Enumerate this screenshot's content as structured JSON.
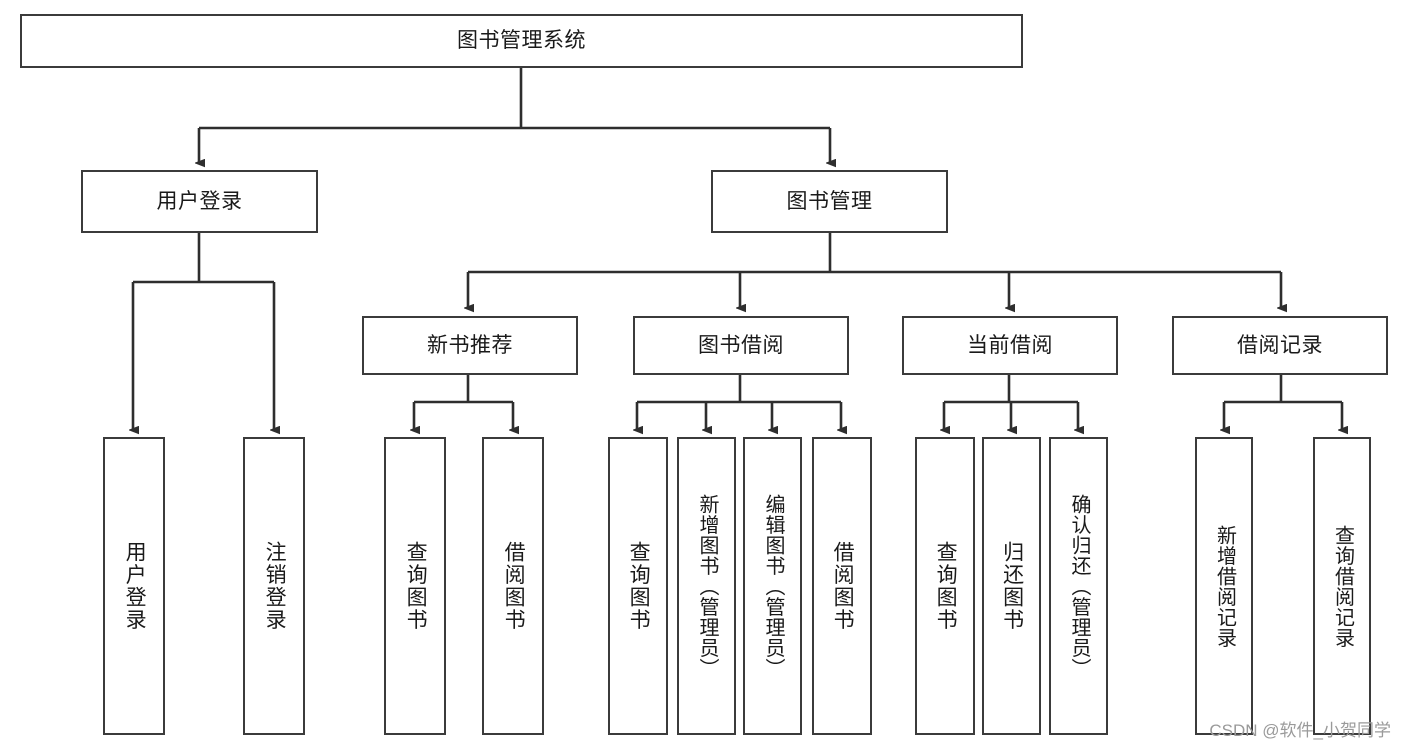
{
  "diagram": {
    "type": "tree-hierarchy",
    "title": "图书管理系统",
    "root": {
      "id": "root",
      "label": "图书管理系统"
    },
    "level1": [
      {
        "id": "user-login",
        "label": "用户登录"
      },
      {
        "id": "book-management",
        "label": "图书管理"
      }
    ],
    "level2": [
      {
        "id": "new-book-recommend",
        "label": "新书推荐",
        "parent": "book-management"
      },
      {
        "id": "book-borrow",
        "label": "图书借阅",
        "parent": "book-management"
      },
      {
        "id": "current-borrow",
        "label": "当前借阅",
        "parent": "book-management"
      },
      {
        "id": "borrow-record",
        "label": "借阅记录",
        "parent": "book-management"
      }
    ],
    "leaves": [
      {
        "id": "leaf-user-login",
        "label": "用户登录",
        "parent": "user-login"
      },
      {
        "id": "leaf-user-logout",
        "label": "注销登录",
        "parent": "user-login"
      },
      {
        "id": "leaf-query-book-1",
        "label": "查询图书",
        "parent": "new-book-recommend"
      },
      {
        "id": "leaf-borrow-book-1",
        "label": "借阅图书",
        "parent": "new-book-recommend"
      },
      {
        "id": "leaf-query-book-2",
        "label": "查询图书",
        "parent": "book-borrow"
      },
      {
        "id": "leaf-add-book",
        "label": "新增图书（管理员）",
        "parent": "book-borrow"
      },
      {
        "id": "leaf-edit-book",
        "label": "编辑图书（管理员）",
        "parent": "book-borrow"
      },
      {
        "id": "leaf-borrow-book-2",
        "label": "借阅图书",
        "parent": "book-borrow"
      },
      {
        "id": "leaf-query-book-3",
        "label": "查询图书",
        "parent": "current-borrow"
      },
      {
        "id": "leaf-return-book",
        "label": "归还图书",
        "parent": "current-borrow"
      },
      {
        "id": "leaf-confirm-return",
        "label": "确认归还（管理员）",
        "parent": "current-borrow"
      },
      {
        "id": "leaf-add-record",
        "label": "新增借阅记录",
        "parent": "borrow-record"
      },
      {
        "id": "leaf-query-record",
        "label": "查询借阅记录",
        "parent": "borrow-record"
      }
    ]
  },
  "watermark": {
    "text": "CSDN @软件_小贺同学"
  },
  "colors": {
    "border": "#3b3b3b",
    "connector": "#2e2e2e",
    "text": "#1a1a1a",
    "background": "#ffffff",
    "watermark": "#9a9a9a"
  }
}
